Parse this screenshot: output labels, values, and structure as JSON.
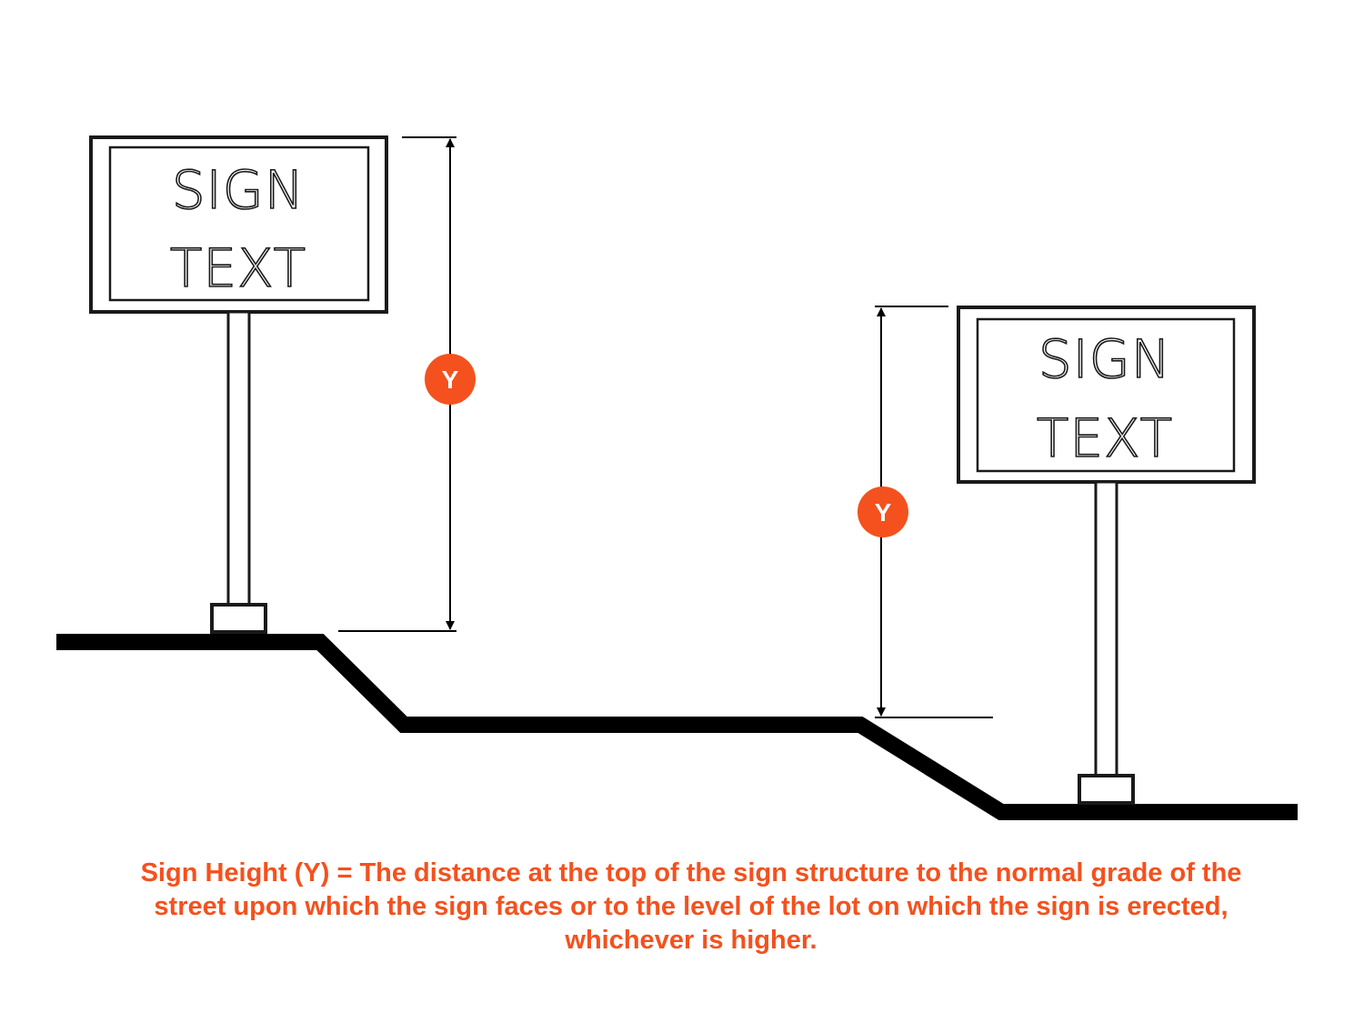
{
  "colors": {
    "accent": "#f4511e",
    "line": "#000000"
  },
  "signs": [
    {
      "line1": "SIGN",
      "line2": "TEXT"
    },
    {
      "line1": "SIGN",
      "line2": "TEXT"
    }
  ],
  "markers": [
    {
      "label": "Y"
    },
    {
      "label": "Y"
    }
  ],
  "caption": {
    "line1": "Sign Height (Y) = The distance at the top of the sign structure to the normal grade of the",
    "line2": "street upon which the sign faces or to the level of the lot on which the sign is erected,",
    "line3": "whichever is higher."
  }
}
